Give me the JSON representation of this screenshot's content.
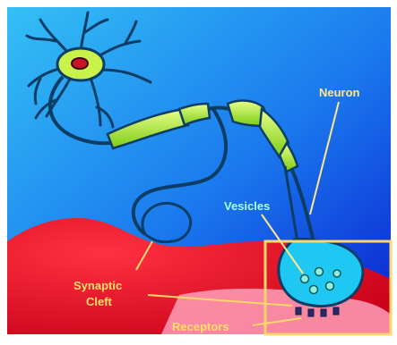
{
  "labels": {
    "neuron": "Neuron",
    "vesicles": "Vesicles",
    "synaptic_cleft_line1": "Synaptic",
    "synaptic_cleft_line2": "Cleft",
    "receptors": "Receptors"
  },
  "colors": {
    "sky_top": "#1fa8f0",
    "sky_bottom": "#0a2bd6",
    "tissue": "#e8102a",
    "tissue_light": "#ff8fa8",
    "axon_green": "#b6f03a",
    "neuron_outline": "#0b3d66",
    "label_yellow": "#ffd76a",
    "label_cyan": "#9ff7ff",
    "terminal": "#18c6f0"
  }
}
